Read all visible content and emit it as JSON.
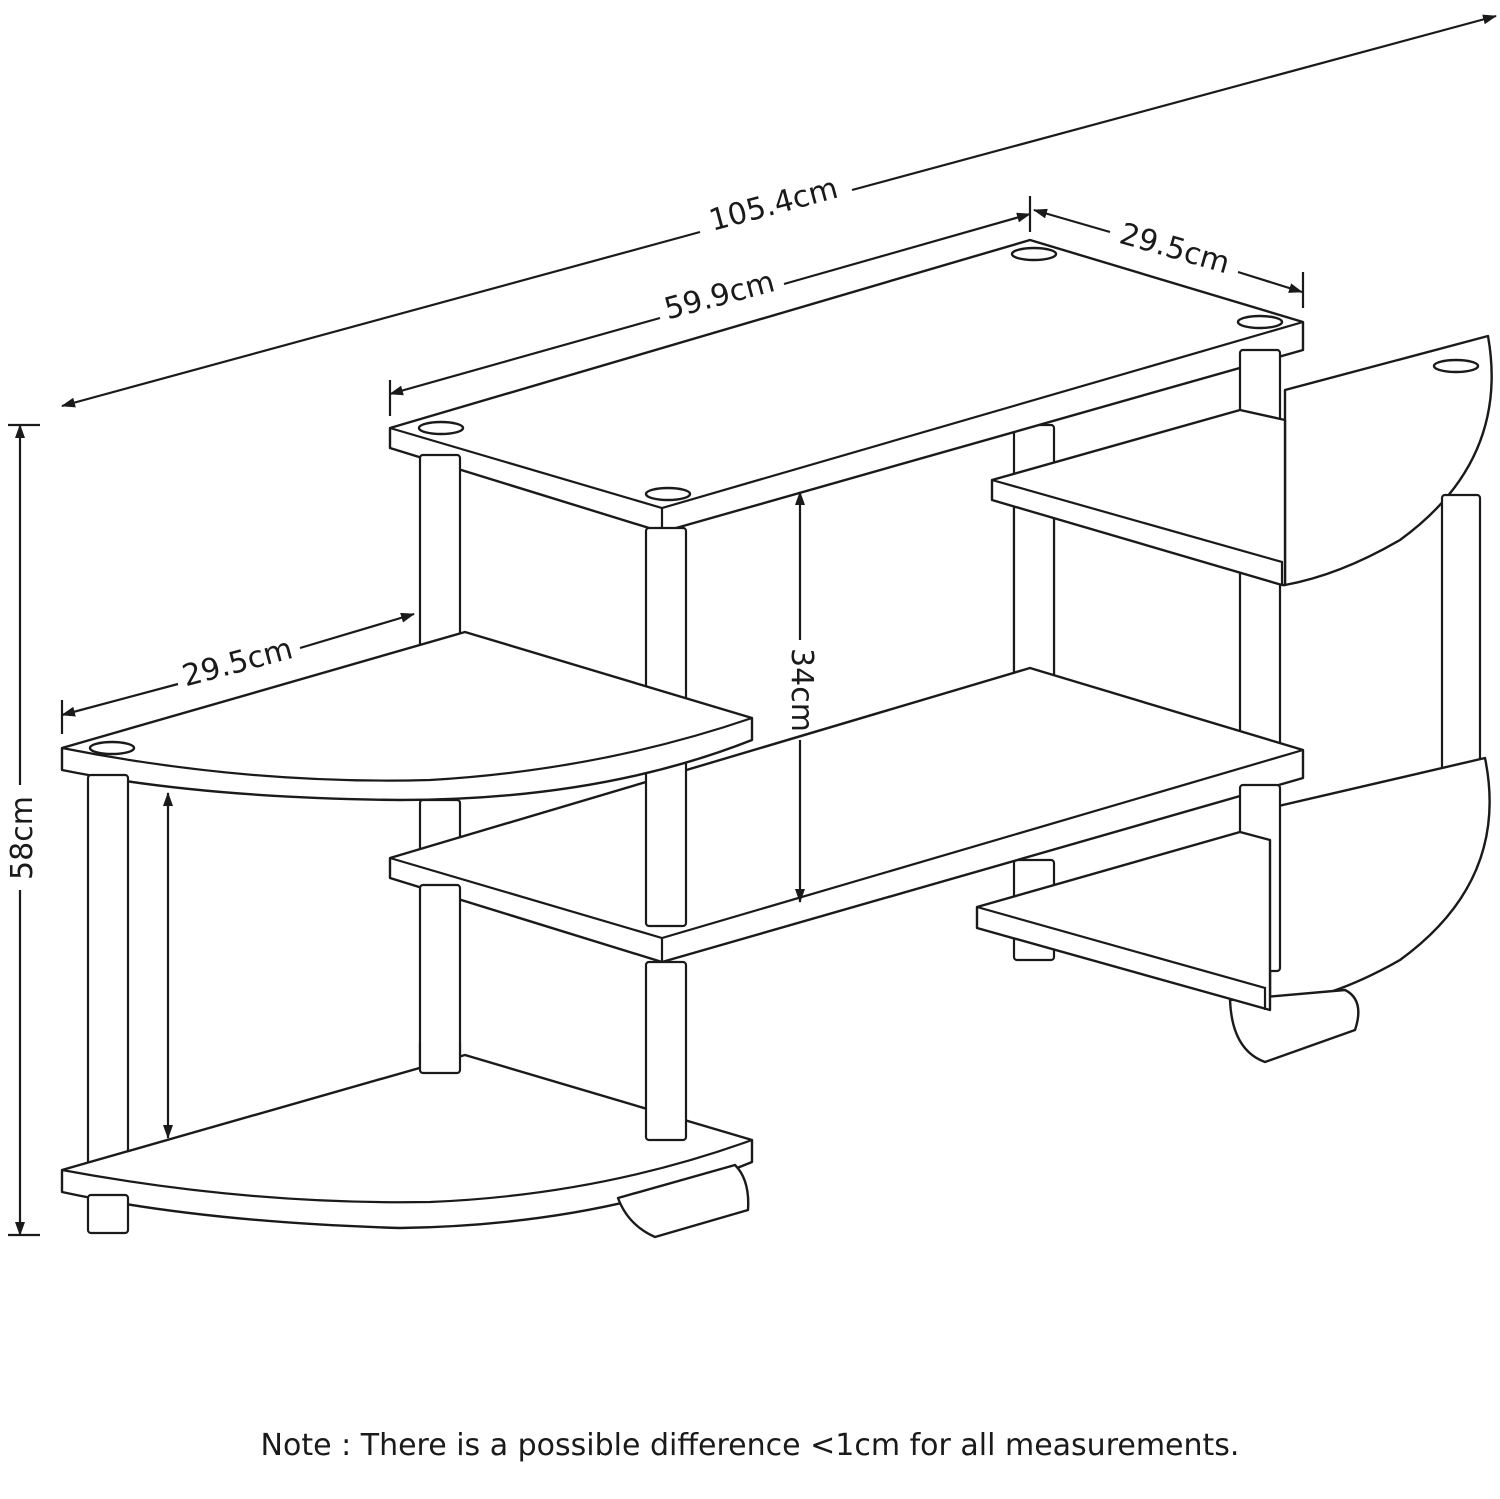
{
  "diagram": {
    "dimensions": [
      {
        "id": "overall-width",
        "label": "105.4cm"
      },
      {
        "id": "top-shelf-width",
        "label": "59.9cm"
      },
      {
        "id": "top-shelf-depth",
        "label": "29.5cm"
      },
      {
        "id": "side-shelf-depth",
        "label": "29.5cm"
      },
      {
        "id": "middle-height",
        "label": "34cm"
      },
      {
        "id": "overall-height",
        "label": "58cm"
      }
    ],
    "note": "Note : There is a possible difference <1cm for all measurements."
  }
}
